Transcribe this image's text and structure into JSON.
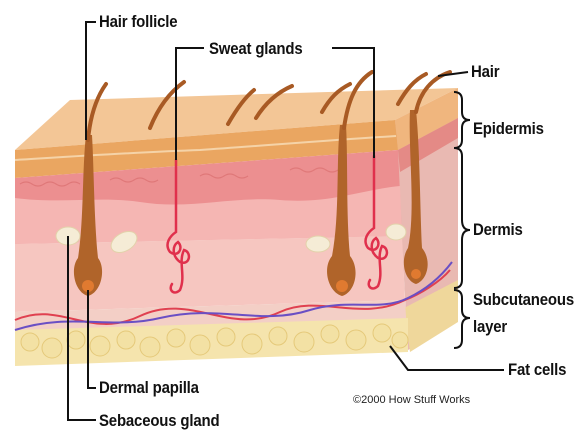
{
  "labels": {
    "hair_follicle": "Hair follicle",
    "sweat_glands": "Sweat glands",
    "hair": "Hair",
    "epidermis": "Epidermis",
    "dermis": "Dermis",
    "subcutaneous_line1": "Subcutaneous",
    "subcutaneous_line2": "layer",
    "fat_cells": "Fat cells",
    "dermal_papilla": "Dermal papilla",
    "sebaceous_gland": "Sebaceous gland"
  },
  "copyright": "©2000 How Stuff Works",
  "colors": {
    "epidermis_top": "#f3c696",
    "epidermis_band": "#e8a25a",
    "dermis_band": "#ec8f90",
    "dermis": "#f6c4c0",
    "subcutaneous": "#f4d0c8",
    "fat": "#f4e2a6",
    "hair": "#a85a24",
    "sweat_gland": "#e0304c",
    "nerve": "#6a4fc4",
    "vessel": "#e04050",
    "leader_line": "#111111"
  }
}
